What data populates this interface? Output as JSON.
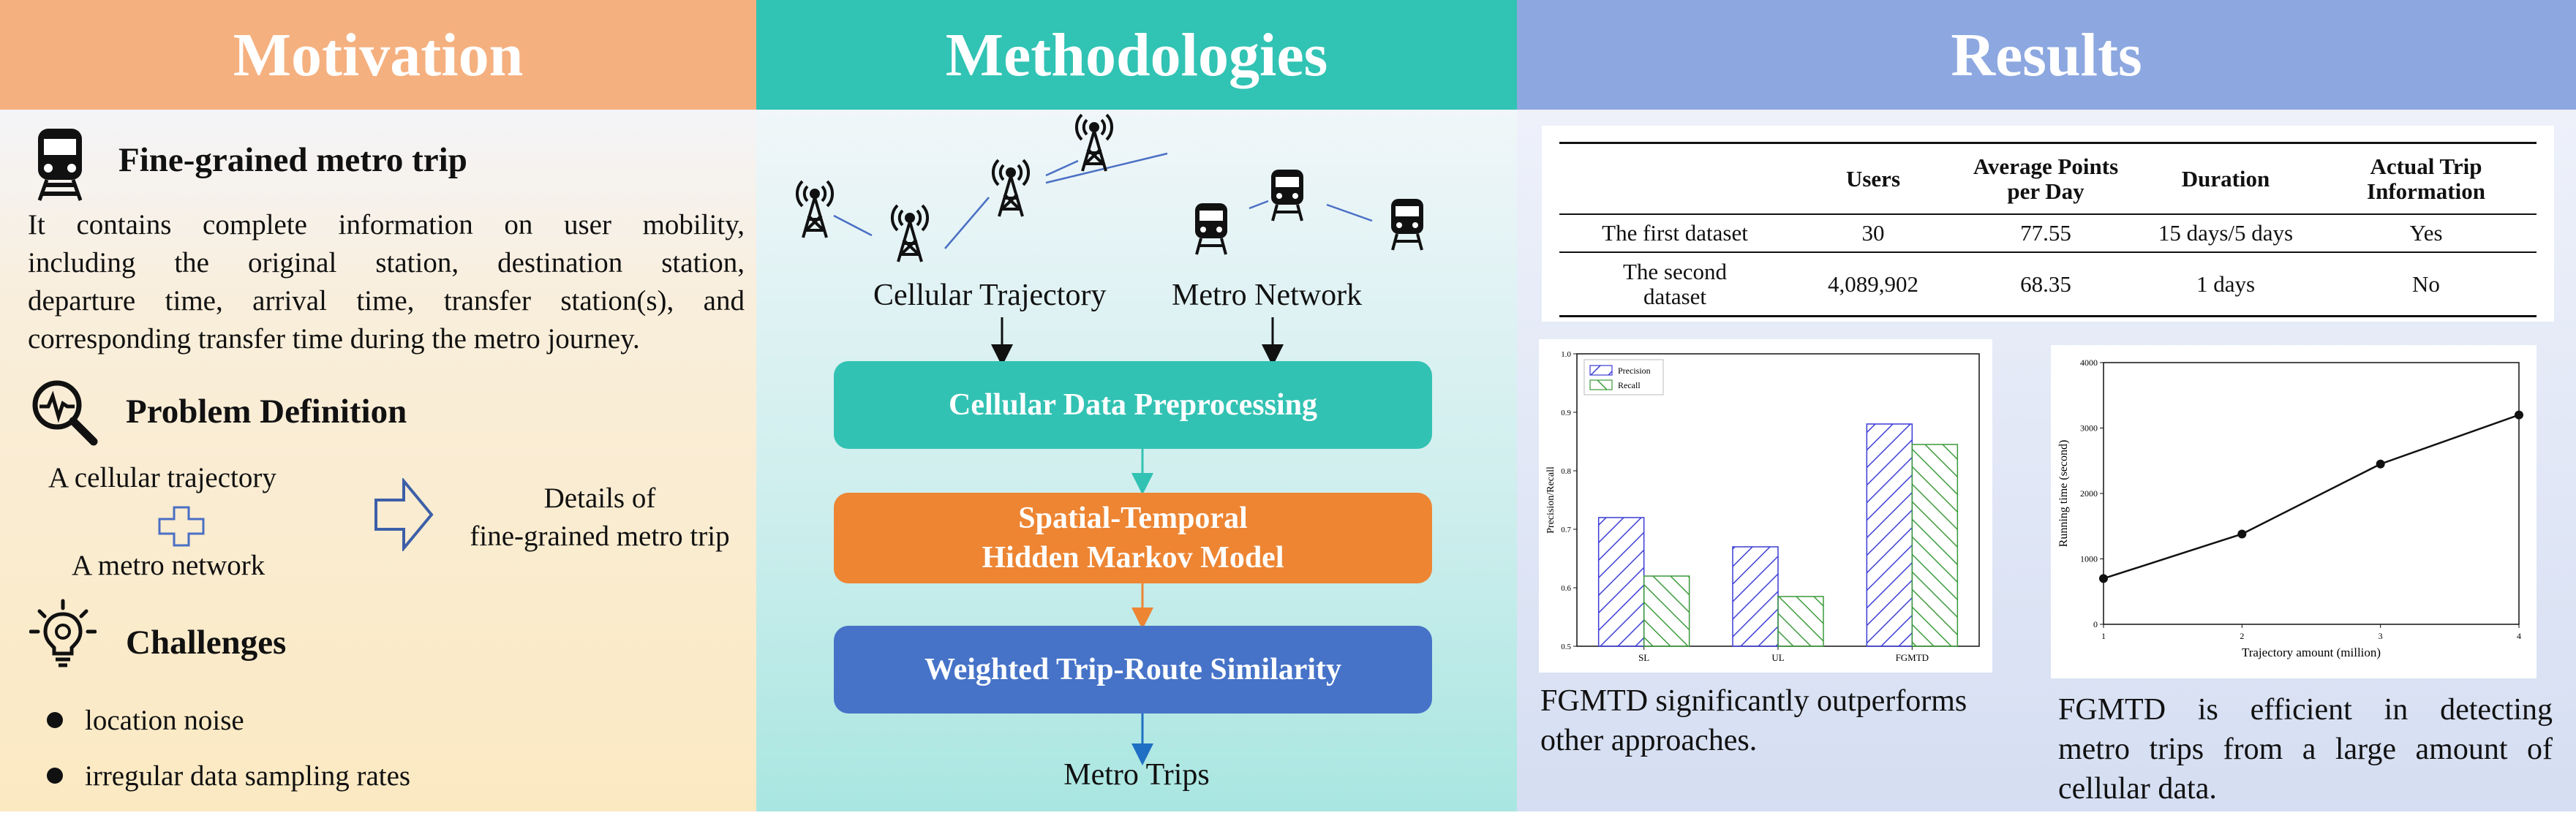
{
  "motivation": {
    "header": "Motivation",
    "metro_trip": {
      "title": "Fine-grained metro trip",
      "lines": [
        "It contains complete information on user mobility,",
        "including the original station, destination station,",
        "departure time, arrival time, transfer station(s), and",
        "corresponding transfer time during the metro journey."
      ]
    },
    "problem": {
      "title": "Problem Definition",
      "input1": "A cellular trajectory",
      "input2": "A metro network",
      "output_line1": "Details of",
      "output_line2": "fine-grained metro trip"
    },
    "challenges": {
      "title": "Challenges",
      "items": [
        "location noise",
        "irregular data sampling rates"
      ]
    }
  },
  "methodologies": {
    "header": "Methodologies",
    "input_left": "Cellular Trajectory",
    "input_right": "Metro Network",
    "step1": "Cellular Data Preprocessing",
    "step2_line1": "Spatial-Temporal",
    "step2_line2": "Hidden Markov Model",
    "step3": "Weighted Trip-Route Similarity",
    "output": "Metro Trips",
    "colors": {
      "step1": "#32c2b3",
      "step2": "#ed8533",
      "step3": "#4673c8"
    }
  },
  "results": {
    "header": "Results",
    "table": {
      "headers": [
        "",
        "Users",
        "Average Points per Day",
        "Duration",
        "Actual Trip Information"
      ],
      "header_lines": [
        [
          "",
          ""
        ],
        [
          "Users",
          ""
        ],
        [
          "Average Points",
          "per Day"
        ],
        [
          "Duration",
          ""
        ],
        [
          "Actual Trip",
          "Information"
        ]
      ],
      "rows": [
        [
          "The first dataset",
          "30",
          "77.55",
          "15 days/5 days",
          "Yes"
        ],
        [
          "The second dataset",
          "4,089,902",
          "68.35",
          "1 days",
          "No"
        ]
      ],
      "row2_label_lines": [
        "The second",
        "dataset"
      ]
    },
    "bar_caption": "FGMTD significantly outperforms other approaches.",
    "bar_caption_lines": [
      "FGMTD significantly outperforms",
      "other approaches."
    ],
    "line_caption_lines": [
      "FGMTD is efficient in detecting",
      "metro trips from a large amount of",
      "cellular data."
    ]
  },
  "chart_data": [
    {
      "type": "bar",
      "title": "",
      "xlabel": "",
      "ylabel": "Precision/Recall",
      "categories": [
        "SL",
        "UL",
        "FGMTD"
      ],
      "series": [
        {
          "name": "Precision",
          "values": [
            0.72,
            0.67,
            0.88
          ],
          "color": "#3b3bd6"
        },
        {
          "name": "Recall",
          "values": [
            0.62,
            0.585,
            0.845
          ],
          "color": "#3a9a3a"
        }
      ],
      "ylim": [
        0.5,
        1.0
      ],
      "yticks": [
        "0.5",
        "0.6",
        "0.7",
        "0.8",
        "0.9",
        "1.0"
      ],
      "legend": "top-left",
      "grid": false
    },
    {
      "type": "line",
      "title": "",
      "xlabel": "Trajectory amount (million)",
      "ylabel": "Running time (second)",
      "x": [
        1,
        2,
        3,
        4
      ],
      "y": [
        700,
        1380,
        2450,
        3200
      ],
      "xticks": [
        "1",
        "2",
        "3",
        "4"
      ],
      "yticks": [
        "0",
        "1000",
        "2000",
        "3000",
        "4000"
      ],
      "xlim": [
        1,
        4
      ],
      "ylim": [
        0,
        4000
      ],
      "grid": false
    }
  ]
}
